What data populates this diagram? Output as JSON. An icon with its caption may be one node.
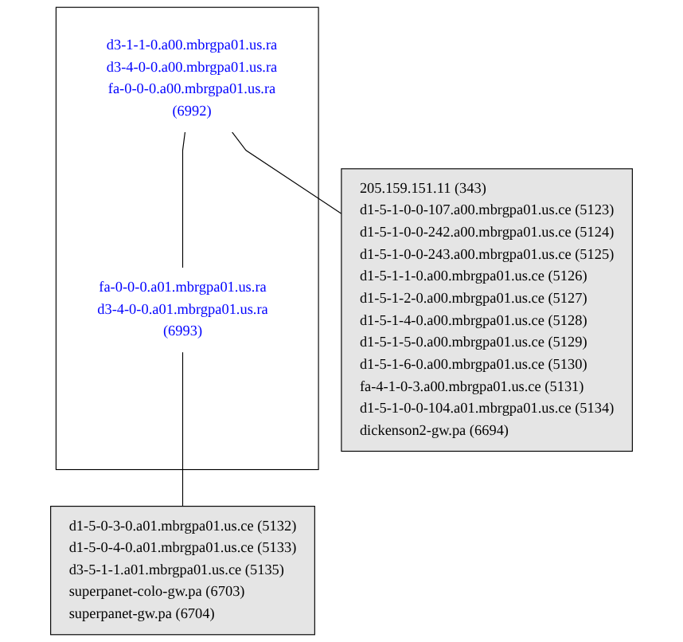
{
  "diagram": {
    "nodes": [
      {
        "text": [],
        "shape": "box"
      },
      {
        "text": [
          "d3-1-1-0.a00.mbrgpa01.us.ra",
          "d3-4-0-0.a00.mbrgpa01.us.ra",
          "fa-0-0-0.a00.mbrgpa01.us.ra",
          "(6992)"
        ],
        "in": 0
      },
      {
        "text": [
          "fa-0-0-0.a01.mbrgpa01.us.ra",
          "d3-4-0-0.a01.mbrgpa01.us.ra",
          "(6993)"
        ],
        "in": 0
      },
      {
        "text": [
          "205.159.151.11 (343)",
          "d1-5-1-0-0-107.a00.mbrgpa01.us.ce (5123)",
          "d1-5-1-0-0-242.a00.mbrgpa01.us.ce (5124)",
          "d1-5-1-0-0-243.a00.mbrgpa01.us.ce (5125)",
          "d1-5-1-1-0.a00.mbrgpa01.us.ce (5126)",
          "d1-5-1-2-0.a00.mbrgpa01.us.ce (5127)",
          "d1-5-1-4-0.a00.mbrgpa01.us.ce (5128)",
          "d1-5-1-5-0.a00.mbrgpa01.us.ce (5129)",
          "d1-5-1-6-0.a00.mbrgpa01.us.ce (5130)",
          "fa-4-1-0-3.a00.mbrgpa01.us.ce (5131)",
          "d1-5-1-0-0-104.a01.mbrgpa01.us.ce (5134)",
          "dickenson2-gw.pa (6694)"
        ]
      },
      {
        "text": [
          "d1-5-0-3-0.a01.mbrgpa01.us.ce (5132)",
          "d1-5-0-4-0.a01.mbrgpa01.us.ce (5133)",
          "d3-5-1-1.a01.mbrgpa01.us.ce (5135)",
          "superpanet-colo-gw.pa (6703)",
          "superpanet-gw.pa (6704)"
        ]
      }
    ],
    "edges": [
      {
        "from": 1,
        "to": 2,
        "arrow": "none"
      },
      {
        "from": 1,
        "to": 3,
        "arrow": "none"
      },
      {
        "from": 2,
        "to": 4,
        "arrow": "none"
      }
    ]
  }
}
